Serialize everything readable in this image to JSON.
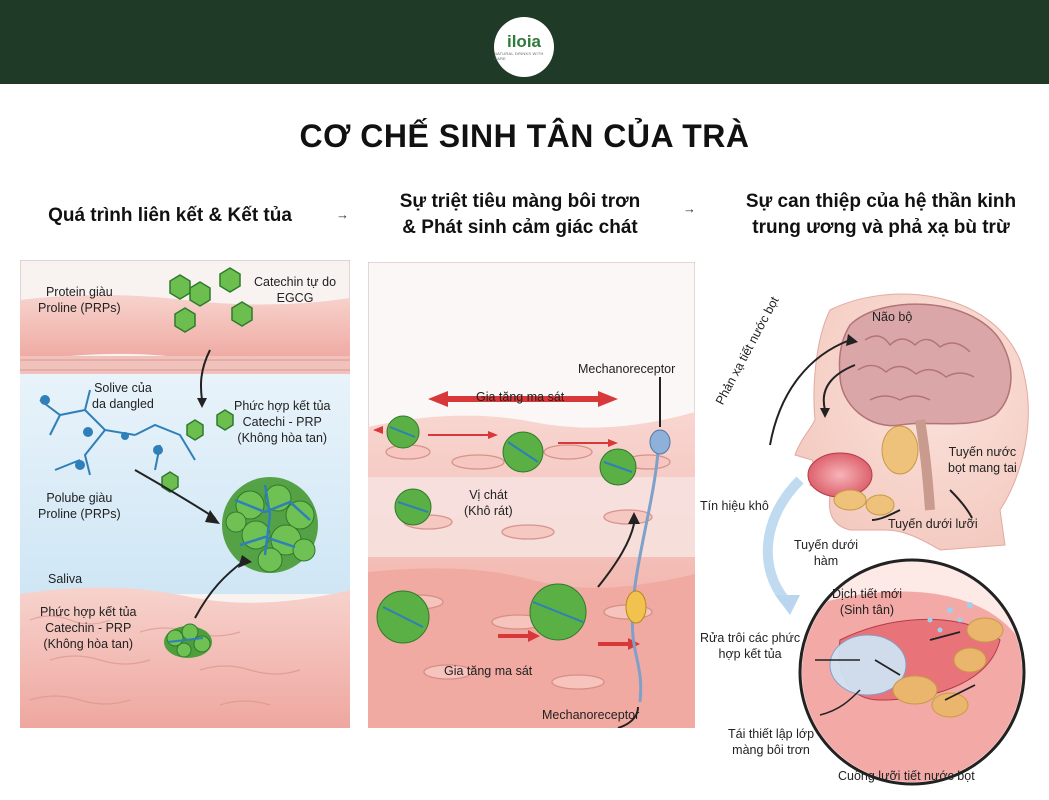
{
  "header": {
    "logo_text": "iloia",
    "logo_tagline": "NATURAL DRINKS WITH CARE"
  },
  "title": "CƠ CHẾ SINH TÂN CỦA TRÀ",
  "sections": [
    {
      "title_line1": "Quá trình liên kết & Kết tủa",
      "title_line2": ""
    },
    {
      "title_line1": "Sự triệt tiêu màng bôi trơn",
      "title_line2": "& Phát sinh cảm giác chát"
    },
    {
      "title_line1": "Sự can thiệp của hệ thần kinh",
      "title_line2": "trung ương và phả xạ bù trừ"
    }
  ],
  "arrow_glyph": "→",
  "panel1": {
    "prp_top_1": "Protein giàu",
    "prp_top_2": "Proline (PRPs)",
    "catechin_1": "Catechin tự do",
    "catechin_2": "EGCG",
    "solive_1": "Solive của",
    "solive_2": "da dangled",
    "complex_1": "Phức hợp kết tủa",
    "complex_2": "Catechi - PRP",
    "complex_3": "(Không hòa tan)",
    "polube_1": "Polube giàu",
    "polube_2": "Proline (PRPs)",
    "saliva": "Saliva",
    "complex_b1": "Phức hợp kết tủa",
    "complex_b2": "Catechin - PRP",
    "complex_b3": "(Không hòa tan)"
  },
  "panel2": {
    "mechano_top": "Mechanoreceptor",
    "friction_top": "Gia tăng ma sát",
    "taste_1": "Vị chát",
    "taste_2": "(Khô rát)",
    "friction_bottom": "Gia tăng ma sát",
    "mechano_bottom": "Mechanoreceptor"
  },
  "panel3": {
    "brain": "Não bộ",
    "reflex": "Phản xạ tiết nước bọt",
    "parotid_1": "Tuyến nước",
    "parotid_2": "bọt mang tai",
    "dry_signal": "Tín hiệu khô",
    "sublingual": "Tuyến dưới lưỡi",
    "submandibular_1": "Tuyến dưới",
    "submandibular_2": "hàm",
    "new_secretion_1": "Dịch tiết mới",
    "new_secretion_2": "(Sinh tân)",
    "wash_1": "Rửa trôi các phức",
    "wash_2": "hợp kết tủa",
    "rebuild_1": "Tái thiết lập lớp",
    "rebuild_2": "màng bôi trơn",
    "tongue_root": "Cuống lưỡi tiết nước bọt"
  },
  "colors": {
    "header_bg": "#1f3a27",
    "skin": "#f1b7b0",
    "saliva": "#d6ebf7",
    "complex_green": "#5aab43",
    "prp_blue": "#2f7fb8"
  }
}
